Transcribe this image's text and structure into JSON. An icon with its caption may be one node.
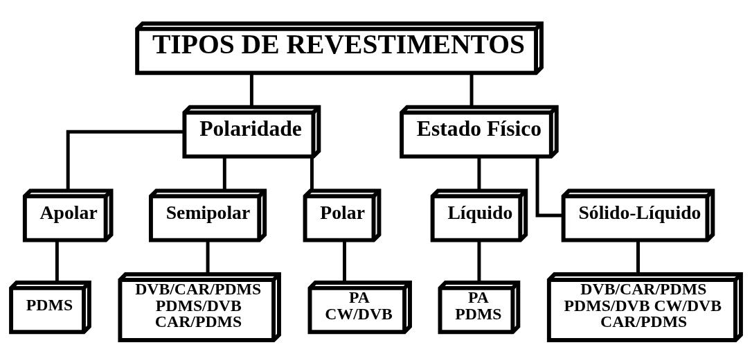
{
  "diagram": {
    "nodes": [
      {
        "text": [
          "TIPOS DE REVESTIMENTOS"
        ]
      },
      {
        "text": [
          "Polaridade"
        ]
      },
      {
        "text": [
          "Estado Físico"
        ]
      },
      {
        "text": [
          "Apolar"
        ]
      },
      {
        "text": [
          "Semipolar"
        ]
      },
      {
        "text": [
          "Polar"
        ]
      },
      {
        "text": [
          "Líquido"
        ]
      },
      {
        "text": [
          "Sólido-Líquido"
        ]
      },
      {
        "text": [
          "PDMS"
        ]
      },
      {
        "text": [
          "DVB/CAR/PDMS",
          "PDMS/DVB",
          "CAR/PDMS"
        ]
      },
      {
        "text": [
          "PA",
          "CW/DVB"
        ]
      },
      {
        "text": [
          "PA",
          "PDMS"
        ]
      },
      {
        "text": [
          "DVB/CAR/PDMS",
          "PDMS/DVB CW/DVB",
          "CAR/PDMS"
        ]
      }
    ],
    "edges": [
      {
        "from": 0,
        "to": 1,
        "arrow": "none"
      },
      {
        "from": 0,
        "to": 2,
        "arrow": "none"
      },
      {
        "from": 1,
        "to": 3,
        "arrow": "none"
      },
      {
        "from": 1,
        "to": 4,
        "arrow": "none"
      },
      {
        "from": 1,
        "to": 5,
        "arrow": "none"
      },
      {
        "from": 2,
        "to": 6,
        "arrow": "none"
      },
      {
        "from": 2,
        "to": 7,
        "arrow": "none"
      },
      {
        "from": 3,
        "to": 8,
        "arrow": "none"
      },
      {
        "from": 4,
        "to": 9,
        "arrow": "none"
      },
      {
        "from": 5,
        "to": 10,
        "arrow": "none"
      },
      {
        "from": 6,
        "to": 11,
        "arrow": "none"
      },
      {
        "from": 7,
        "to": 12,
        "arrow": "none"
      }
    ]
  }
}
